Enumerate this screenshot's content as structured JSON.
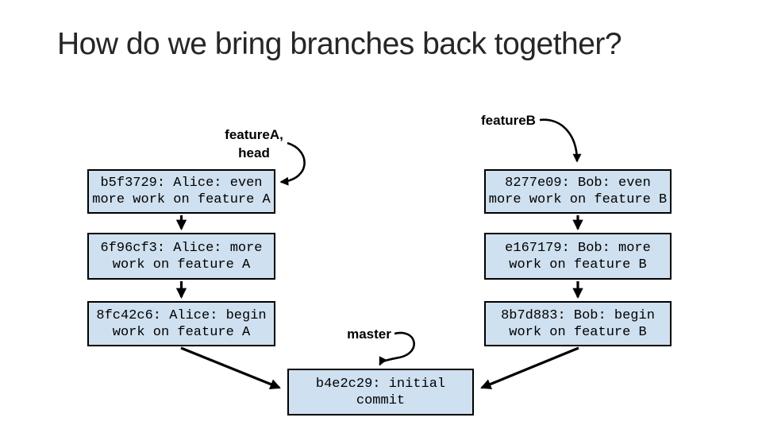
{
  "slide": {
    "title": "How do we bring branches back together?"
  },
  "labels": {
    "featureA_line1": "featureA,",
    "featureA_line2": "head",
    "featureB": "featureB",
    "master": "master"
  },
  "commits": {
    "featureA_branch": [
      {
        "line1": "b5f3729: Alice: even",
        "line2": "more work on feature A"
      },
      {
        "line1": "6f96cf3: Alice: more",
        "line2": "work on feature A"
      },
      {
        "line1": "8fc42c6: Alice: begin",
        "line2": "work on feature A"
      }
    ],
    "featureB_branch": [
      {
        "line1": "8277e09: Bob: even",
        "line2": "more work on feature B"
      },
      {
        "line1": "e167179: Bob: more",
        "line2": "work on feature B"
      },
      {
        "line1": "8b7d883: Bob: begin",
        "line2": "work on feature B"
      }
    ],
    "master_branch": [
      {
        "line1": "b4e2c29: initial",
        "line2": "commit"
      }
    ]
  },
  "colors": {
    "background": "#ffffff",
    "box_fill": "#cfe0f0",
    "box_border": "#000000",
    "arrow": "#000000",
    "title_text": "#262626",
    "label_text": "#000000"
  }
}
